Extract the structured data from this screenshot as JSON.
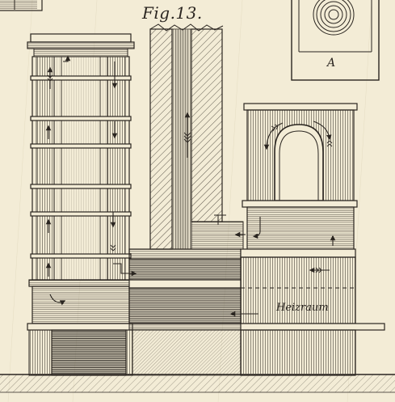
{
  "figure": {
    "title": "Fig.13.",
    "inset_label": "A",
    "room_label": "Heizraum"
  },
  "colors": {
    "paper": "#f3ecd6",
    "ink": "#2a2520",
    "shade": "#8a8375"
  }
}
